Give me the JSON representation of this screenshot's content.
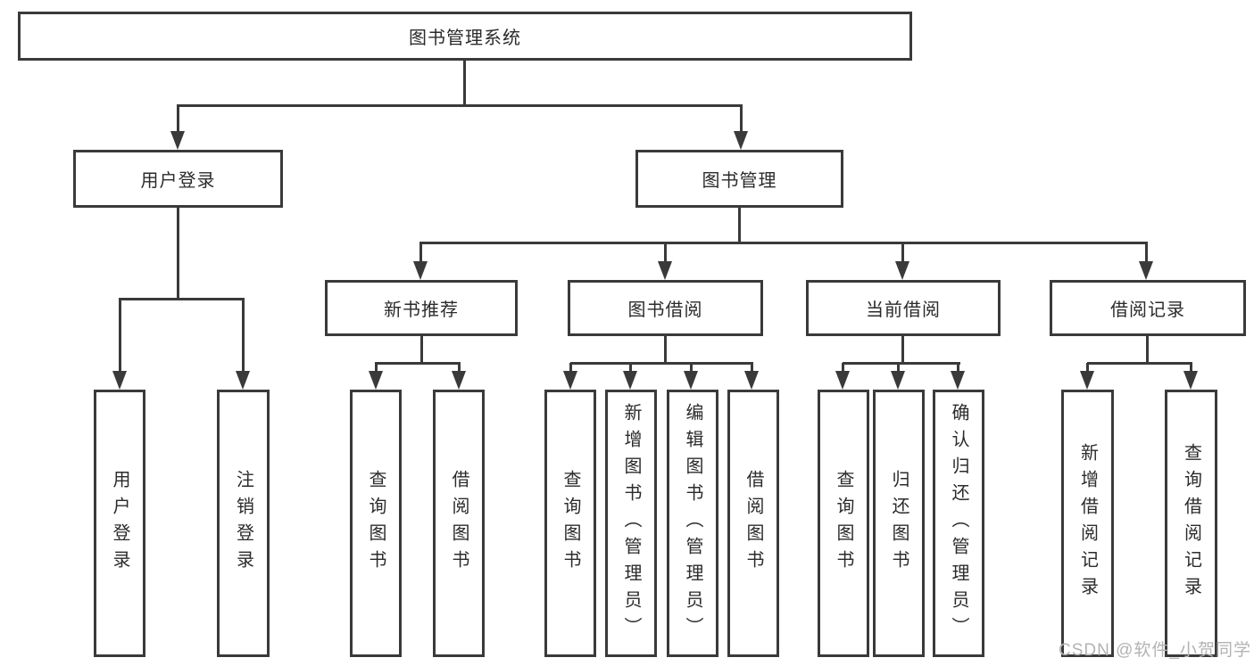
{
  "diagram": {
    "root": {
      "label": "图书管理系统"
    },
    "level2": [
      {
        "label": "用户登录"
      },
      {
        "label": "图书管理"
      }
    ],
    "level3": [
      {
        "label": "新书推荐"
      },
      {
        "label": "图书借阅"
      },
      {
        "label": "当前借阅"
      },
      {
        "label": "借阅记录"
      }
    ],
    "leaves": [
      {
        "label": "用户登录"
      },
      {
        "label": "注销登录"
      },
      {
        "label": "查询图书"
      },
      {
        "label": "借阅图书"
      },
      {
        "label": "查询图书"
      },
      {
        "label": "新增图书（管理员）"
      },
      {
        "label": "编辑图书（管理员）"
      },
      {
        "label": "借阅图书"
      },
      {
        "label": "查询图书"
      },
      {
        "label": "归还图书"
      },
      {
        "label": "确认归还（管理员）"
      },
      {
        "label": "新增借阅记录"
      },
      {
        "label": "查询借阅记录"
      }
    ],
    "colors": {
      "line": "#3a3a3a",
      "text": "#2b2b2b",
      "background": "#ffffff"
    }
  },
  "watermark": {
    "text": "CSDN @软件_小贺同学",
    "color": "#b3b3b3"
  }
}
